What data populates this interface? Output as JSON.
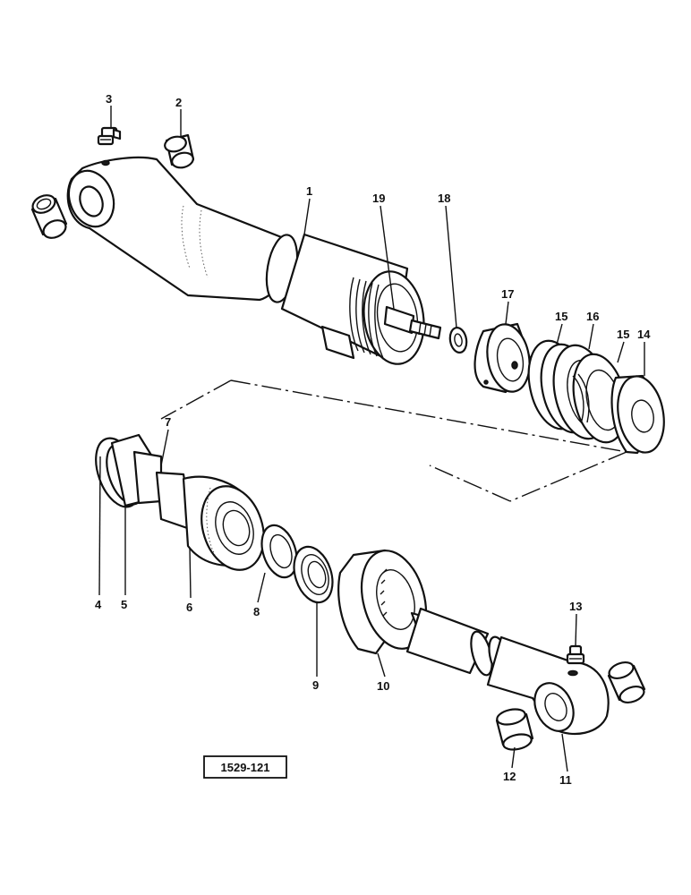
{
  "drawing_number": "1529-121",
  "callouts": {
    "c1": "1",
    "c2": "2",
    "c3": "3",
    "c4": "4",
    "c5": "5",
    "c6": "6",
    "c7": "7",
    "c8": "8",
    "c9": "9",
    "c10": "10",
    "c11": "11",
    "c12": "12",
    "c13": "13",
    "c14": "14",
    "c15a": "15",
    "c15b": "15",
    "c16": "16",
    "c17": "17",
    "c18": "18",
    "c19": "19"
  }
}
